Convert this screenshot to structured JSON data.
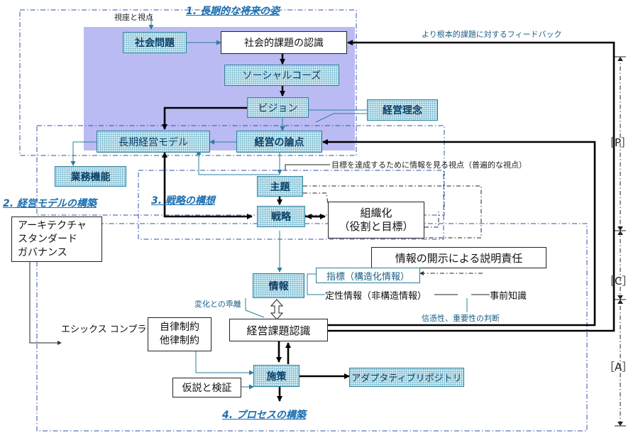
{
  "sections": {
    "s1": "1. 長期的な将来の姿",
    "s2": "2. 経営モデルの構築",
    "s3": "3. 戦略の構想",
    "s4": "4. プロセスの構築"
  },
  "nodes": {
    "shakai_mondai": "社会問題",
    "shakaiteki_kadai": "社会的課題の認識",
    "social_cause": "ソーシャルコーズ",
    "vision": "ビジョン",
    "keiei_rinen": "経営理念",
    "choki_keiei_model": "長期経営モデル",
    "keiei_ronten": "経営の論点",
    "gyomu_kino": "業務機能",
    "shudai": "主題",
    "senryaku": "戦略",
    "soshikika": "組織化\n（役割と目標）",
    "architecture": "アーキテクチャ\nスタンダード\nガバナンス",
    "setsumei_sekinin": "情報の開示による説明責任",
    "shihyo": "指標（構造化情報）",
    "joho": "情報",
    "teisei_joho": "定性情報（非構造情報）",
    "jizen_chishiki": "事前知識",
    "keiei_kadai_ninshiki": "経営課題認識",
    "ethics": "エシックス\nコンプライアンス",
    "jiritsu": "自律制約\n他律制約",
    "kasetsu": "仮説と検証",
    "shisaku": "施策",
    "adaptive_repo": "アダプタティブリポジトリ"
  },
  "labels": {
    "shiza": "視座と視点",
    "feedback": "より根本的課題に対するフィードバック",
    "mokuhyo_shiten": "目標を達成するために情報を見る視点（普遍的な視点）",
    "henka": "変化との乖離",
    "shinpyosei": "信憑性、重要性の判断"
  },
  "side": {
    "p": "［P］",
    "c": "［C］",
    "a": "［A］"
  }
}
